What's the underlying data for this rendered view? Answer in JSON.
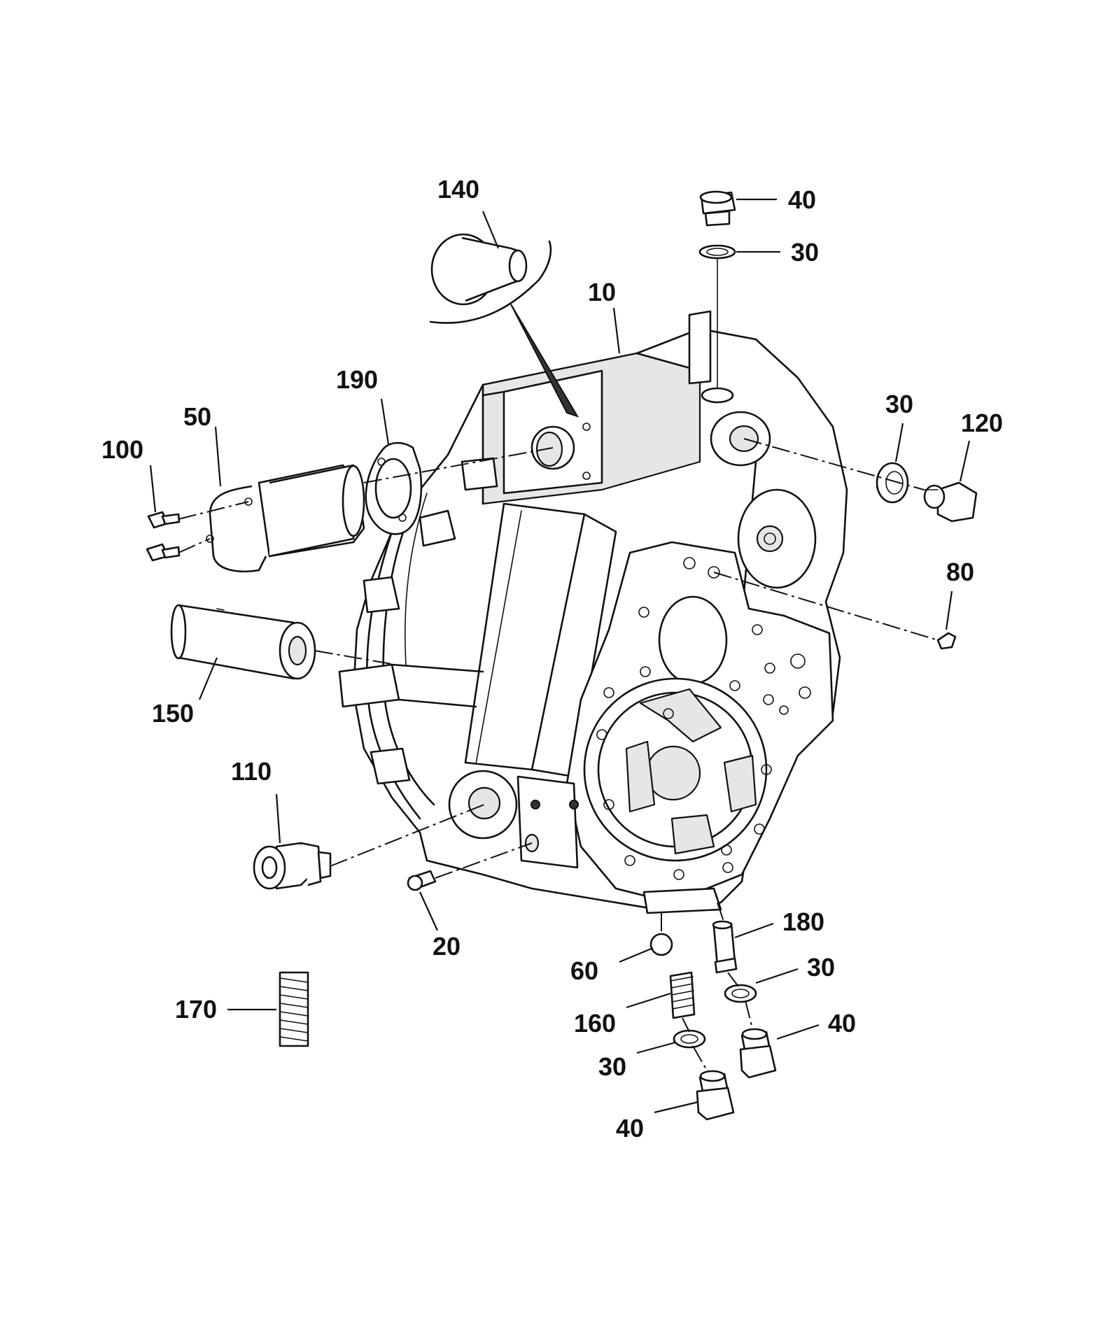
{
  "diagram": {
    "callouts": [
      {
        "id": "c140",
        "label": "140"
      },
      {
        "id": "c10",
        "label": "10"
      },
      {
        "id": "c40_top",
        "label": "40"
      },
      {
        "id": "c30_top",
        "label": "30"
      },
      {
        "id": "c190",
        "label": "190"
      },
      {
        "id": "c50",
        "label": "50"
      },
      {
        "id": "c100",
        "label": "100"
      },
      {
        "id": "c30_right",
        "label": "30"
      },
      {
        "id": "c120",
        "label": "120"
      },
      {
        "id": "c80",
        "label": "80"
      },
      {
        "id": "c150",
        "label": "150"
      },
      {
        "id": "c110",
        "label": "110"
      },
      {
        "id": "c20",
        "label": "20"
      },
      {
        "id": "c180",
        "label": "180"
      },
      {
        "id": "c60",
        "label": "60"
      },
      {
        "id": "c30_br",
        "label": "30"
      },
      {
        "id": "c160",
        "label": "160"
      },
      {
        "id": "c40_br",
        "label": "40"
      },
      {
        "id": "c170",
        "label": "170"
      },
      {
        "id": "c30_bl",
        "label": "30"
      },
      {
        "id": "c40_bottom",
        "label": "40"
      }
    ]
  }
}
